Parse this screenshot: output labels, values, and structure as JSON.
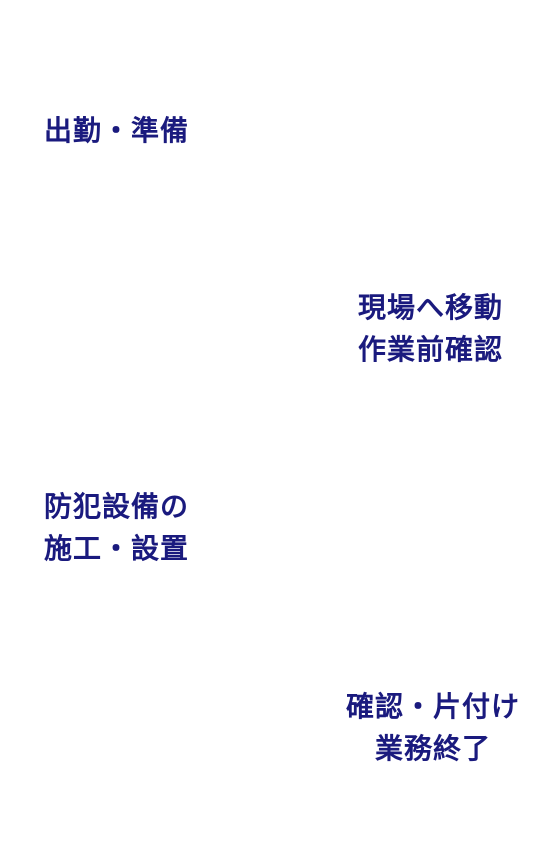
{
  "steps": [
    {
      "lines": [
        "出勤・準備"
      ]
    },
    {
      "lines": [
        "現場へ移動",
        "作業前確認"
      ]
    },
    {
      "lines": [
        "防犯設備の",
        "施工・設置"
      ]
    },
    {
      "lines": [
        "確認・片付け",
        "業務終了"
      ]
    }
  ],
  "colors": {
    "text": "#1a1a7e",
    "background": "#ffffff"
  }
}
